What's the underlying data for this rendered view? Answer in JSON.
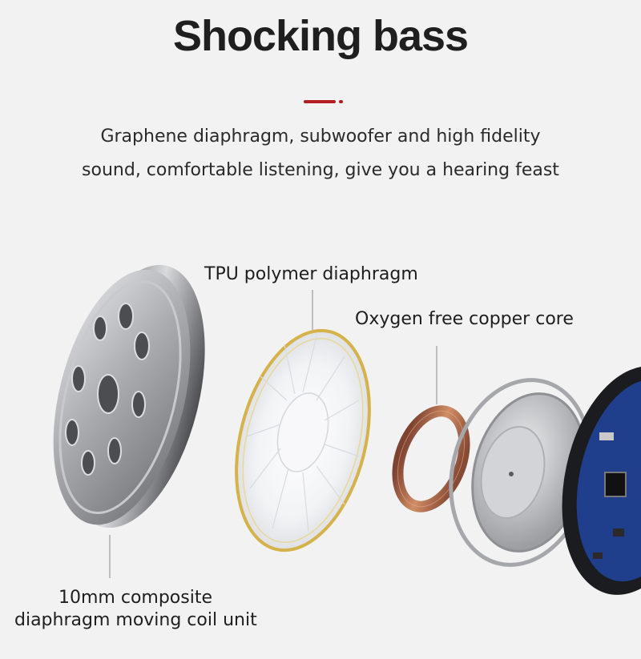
{
  "header": {
    "title": "Shocking bass",
    "subtitle_line1": "Graphene diaphragm, subwoofer and high fidelity",
    "subtitle_line2": "sound, comfortable listening, give you a hearing feast",
    "accent_color": "#b31d23"
  },
  "callouts": {
    "tpu": "TPU polymer diaphragm",
    "copper": "Oxygen free copper core",
    "unit_line1": "10mm composite",
    "unit_line2": "diaphragm moving coil unit"
  },
  "colors": {
    "background": "#f2f2f3",
    "metal": "#9a9ca0",
    "gold_ring": "#d6b24a",
    "copper": "#b06a48",
    "pcb": "#1f3f8c"
  }
}
